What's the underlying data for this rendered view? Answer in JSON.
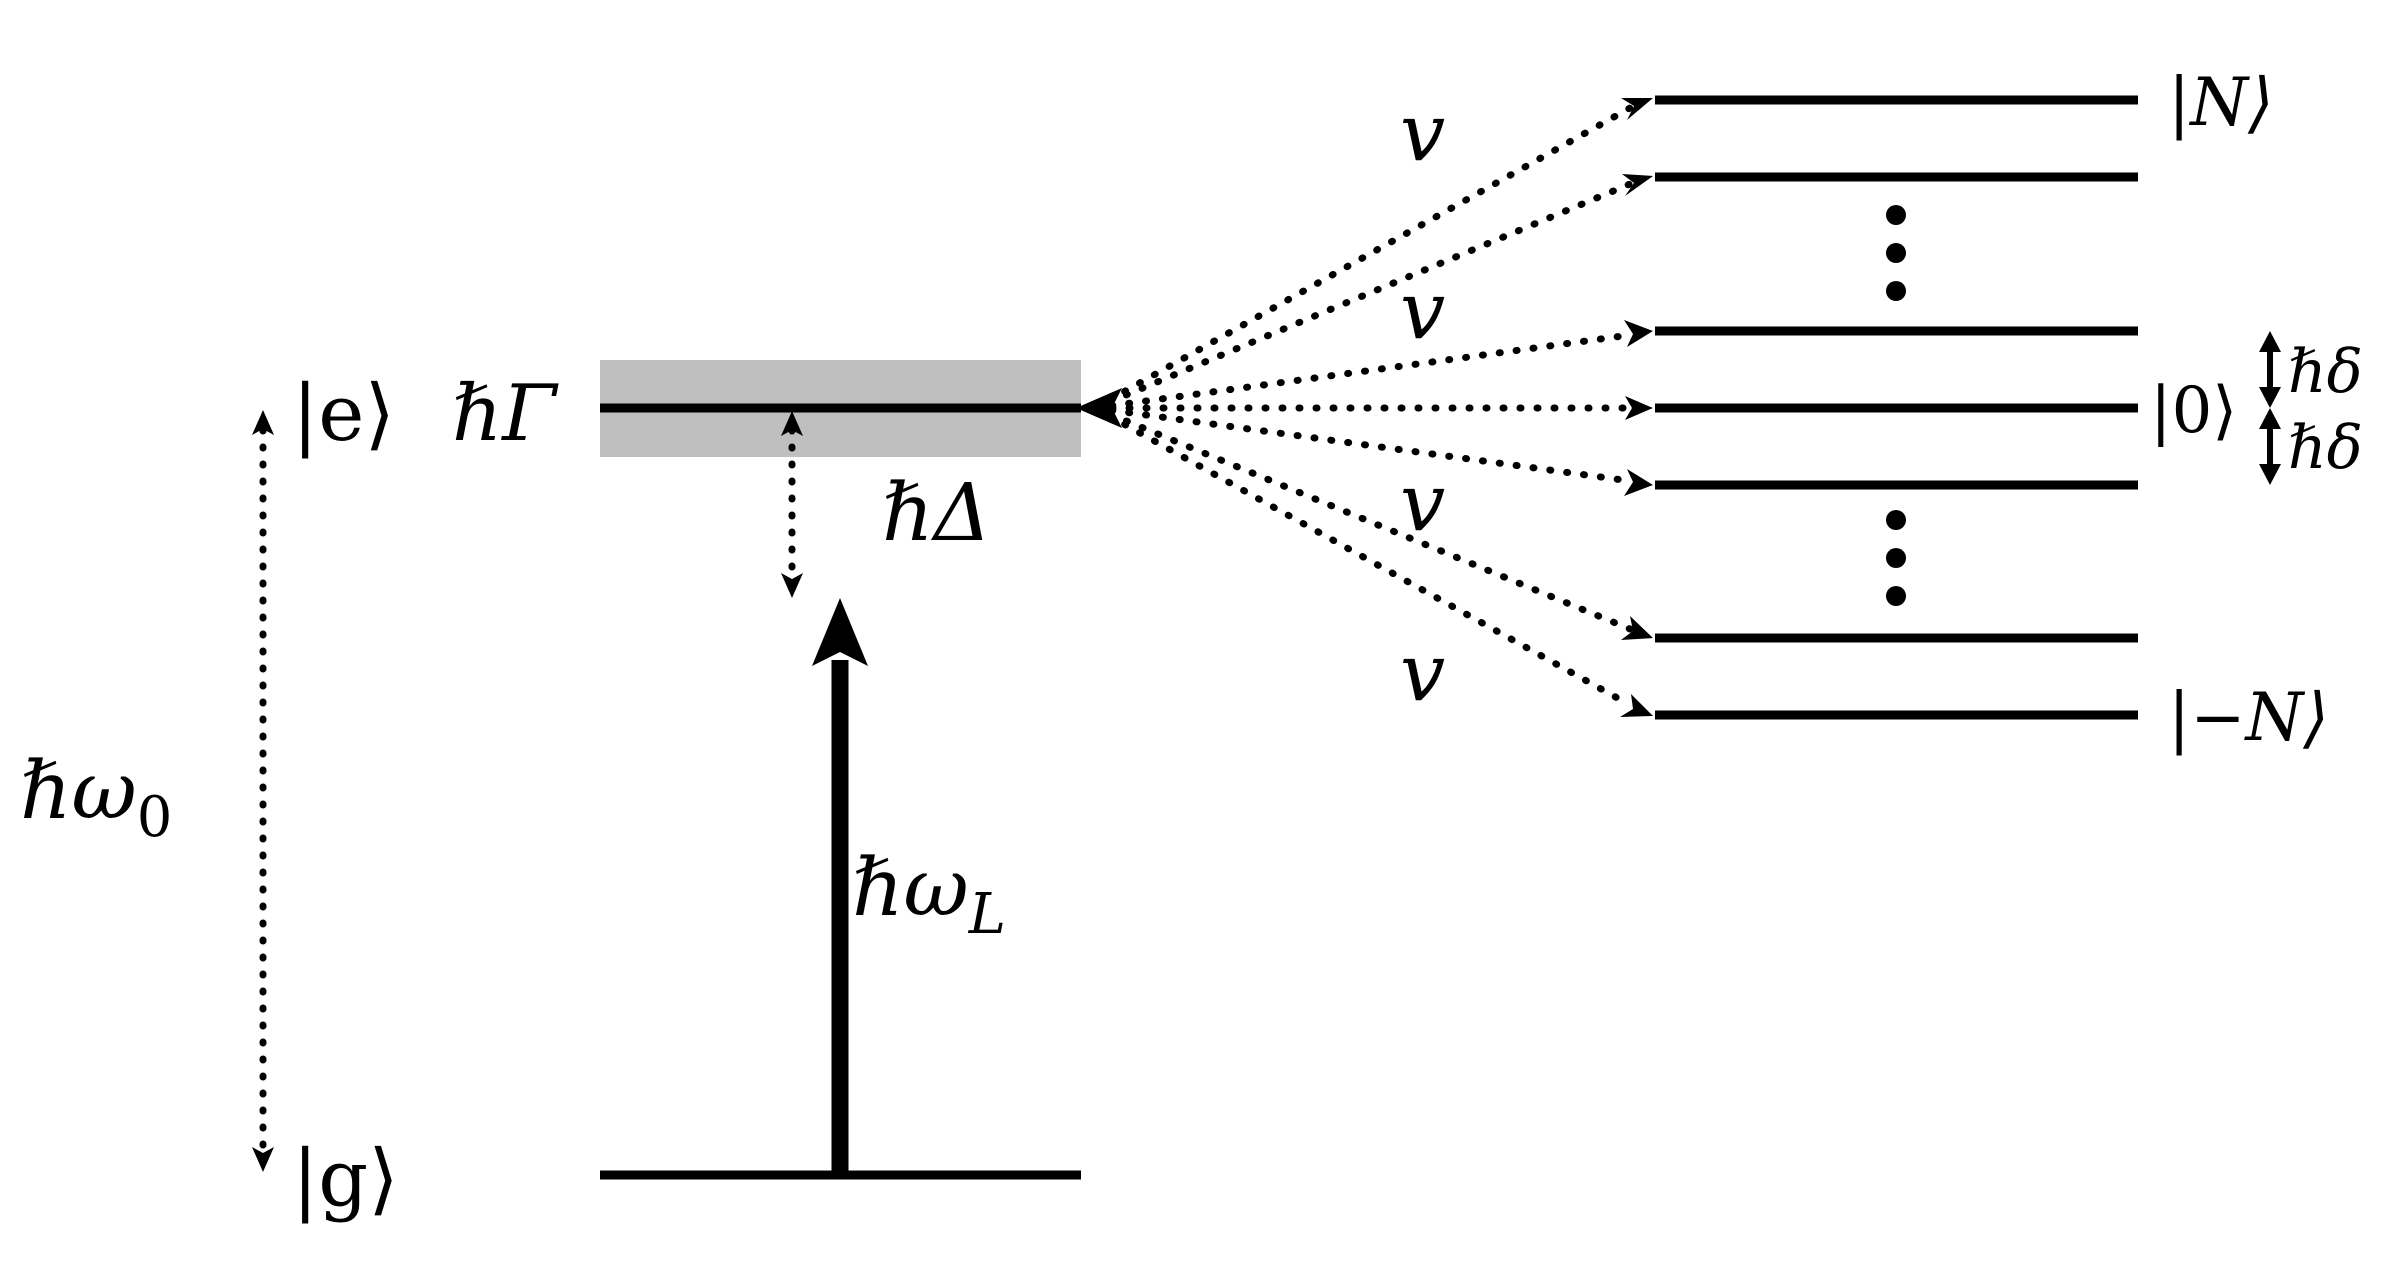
{
  "labels": {
    "excited_state": "|e⟩",
    "ground_state": "|g⟩",
    "linewidth": "ℏΓ",
    "detuning": "ℏΔ",
    "atomic_transition": "ℏω",
    "atomic_transition_sub": "0",
    "laser_energy": "ℏω",
    "laser_energy_sub": "L",
    "coupling": "v",
    "state_top": "|N⟩",
    "state_middle": "|0⟩",
    "state_bottom": "|−N⟩",
    "spacing": "ℏδ"
  },
  "colors": {
    "linewidth_band": "#bfbfbf",
    "ink": "#000000"
  }
}
